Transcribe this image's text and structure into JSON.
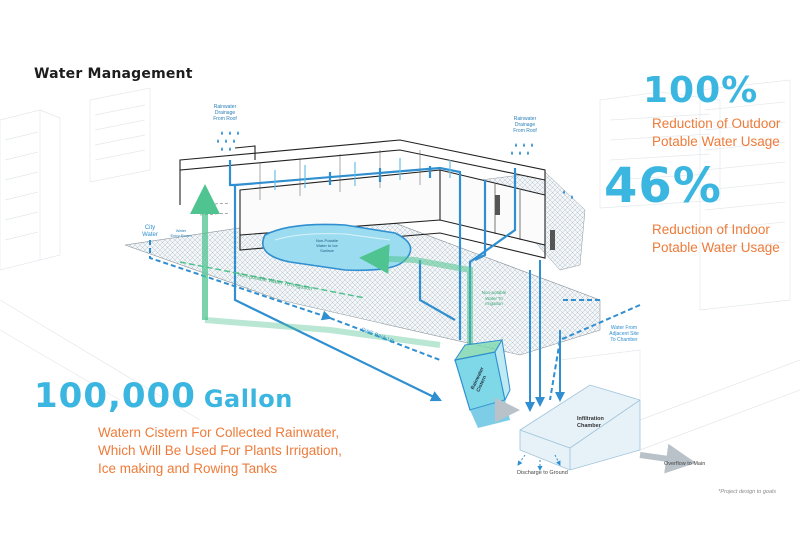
{
  "title": "Water Management",
  "stats": [
    {
      "value": "100%",
      "line1": "Reduction of Outdoor",
      "line2": "Potable Water Usage"
    },
    {
      "value": "46%",
      "line1": "Reduction of Indoor",
      "line2": "Potable Water Usage"
    }
  ],
  "cistern_callout": {
    "number": "100,000",
    "unit": "Gallon",
    "line1": "Watern Cistern For Collected Rainwater,",
    "line2": "Which Will Be Used For Plants Irrigation,",
    "line3": "Ice making and Rowing Tanks"
  },
  "labels": {
    "rain_left": [
      "Rainwater",
      "Drainage",
      "From Roof"
    ],
    "rain_right": [
      "Rainwater",
      "Drainage",
      "From Roof"
    ],
    "city_water": [
      "City",
      "Water"
    ],
    "water_entry": [
      "Water",
      "Entry Room"
    ],
    "non_potable_surface": [
      "Non-Potable",
      "Water to Ice",
      "Surface"
    ],
    "non_potable_irrigation_path": "Non-potable Water To Irrigation",
    "non_potable_irrigation": [
      "Non-potable",
      "Water To",
      "Irrigation"
    ],
    "cws_back_up": "CWS Back Up",
    "rainwater_cistern": [
      "Rainwater",
      "Cistern"
    ],
    "water_adjacent": [
      "Water From",
      "Adjacent Site",
      "To Chamber"
    ],
    "infiltration": [
      "Infiltration",
      "Chamber"
    ],
    "discharge": "Discharge to Ground",
    "overflow": "Overflow to Main"
  },
  "footnote": "*Project design to goals",
  "colors": {
    "accent_blue": "#3bb6e0",
    "accent_orange": "#ee7b3a",
    "pipe_blue": "#2f8fd0",
    "pipe_green": "#4fc490",
    "pool": "#9bdcf0"
  }
}
